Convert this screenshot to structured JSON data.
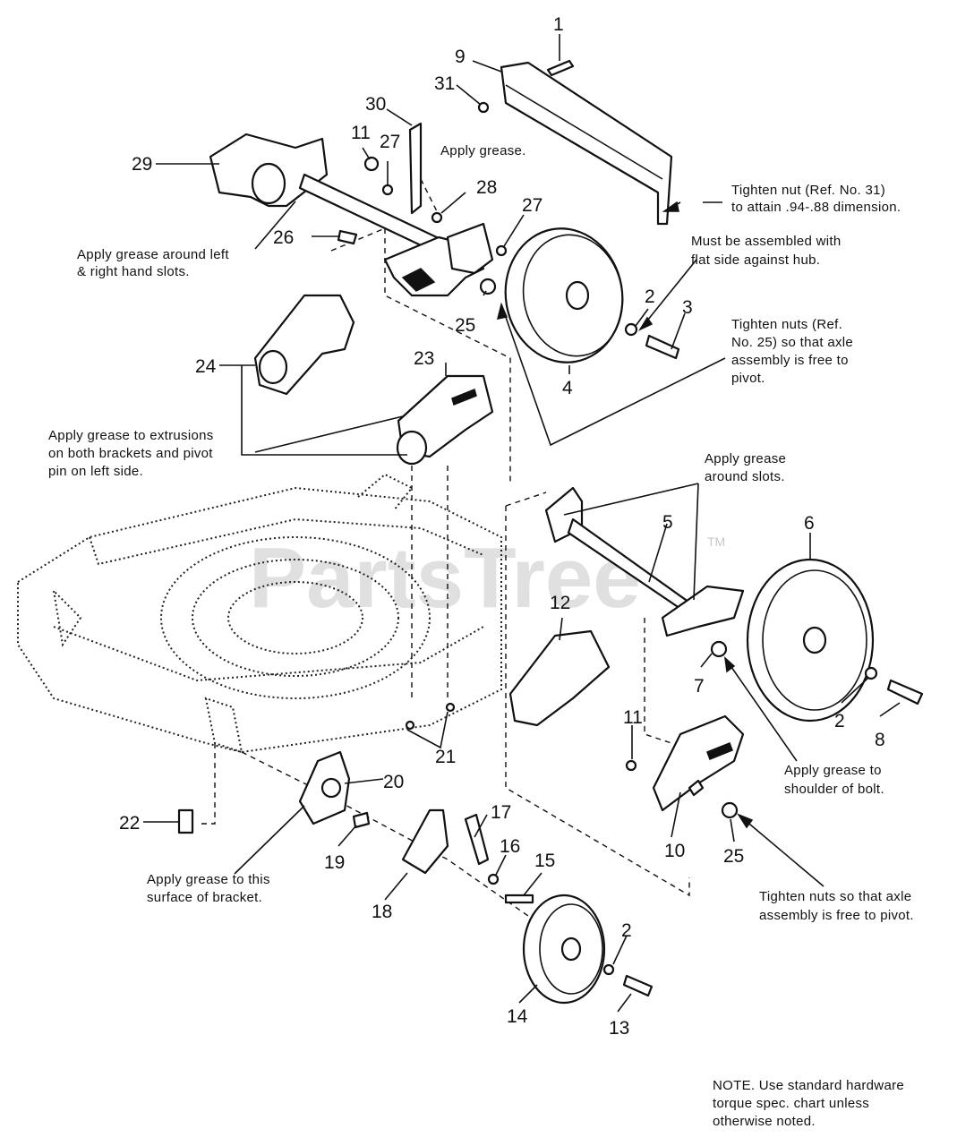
{
  "watermark": {
    "text": "PartsTree",
    "tm": "TM"
  },
  "callouts": {
    "c1": "1",
    "c9": "9",
    "c31a": "31",
    "c30": "30",
    "c11a": "11",
    "c27a": "27",
    "c28": "28",
    "c29": "29",
    "c26": "26",
    "c27b": "27",
    "c25a": "25",
    "c2a": "2",
    "c3": "3",
    "c24": "24",
    "c23": "23",
    "c4": "4",
    "c5": "5",
    "c6": "6",
    "c12": "12",
    "c7": "7",
    "c11b": "11",
    "c2b": "2",
    "c8": "8",
    "c21": "21",
    "c20": "20",
    "c22": "22",
    "c19": "19",
    "c17": "17",
    "c16": "16",
    "c15": "15",
    "c18": "18",
    "c10": "10",
    "c25b": "25",
    "c2c": "2",
    "c14": "14",
    "c13": "13"
  },
  "notes": {
    "grease_top": "Apply grease.",
    "tighten31": [
      "Tighten nut (Ref. No. 31)",
      "to attain .94-.88 dimension."
    ],
    "assembled_flat": [
      "Must be assembled with",
      "flat side against hub."
    ],
    "grease_slots_lr": [
      "Apply grease around left",
      "& right hand slots."
    ],
    "tighten25": [
      "Tighten nuts (Ref.",
      "No. 25) so that axle",
      "assembly is free to",
      "pivot."
    ],
    "grease_extrusions": [
      "Apply grease to extrusions",
      "on both brackets and pivot",
      "pin on left side."
    ],
    "grease_around_slots": [
      "Apply grease",
      "around slots."
    ],
    "grease_shoulder": [
      "Apply grease to",
      "shoulder of bolt."
    ],
    "grease_surface": [
      "Apply grease to this",
      "surface of bracket."
    ],
    "tighten_nuts": [
      "Tighten nuts so that axle",
      "assembly is free to pivot."
    ],
    "note_bottom": [
      "NOTE. Use standard hardware",
      "torque spec. chart unless",
      "otherwise noted."
    ]
  }
}
